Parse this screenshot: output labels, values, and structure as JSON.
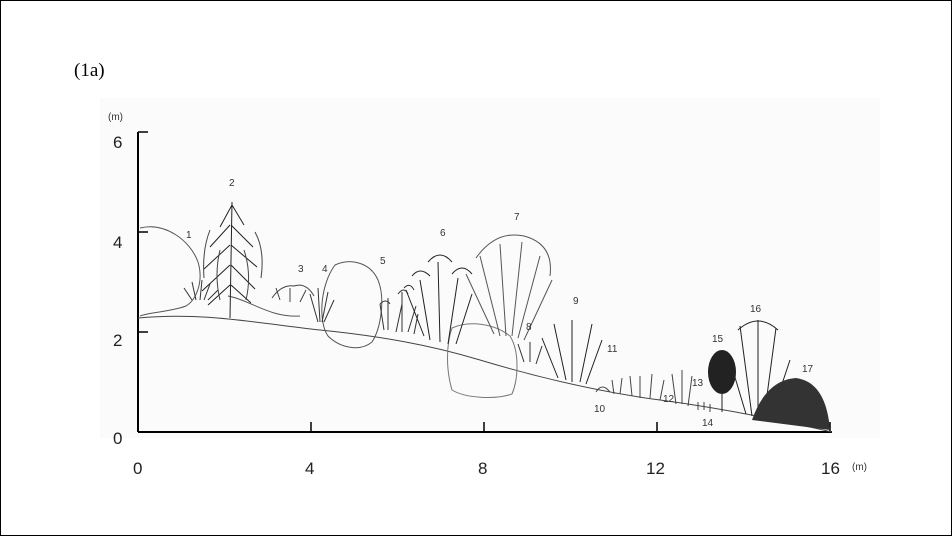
{
  "panel_label": "(1a)",
  "y_unit": "(m)",
  "x_unit": "(m)",
  "y_ticks": [
    "6",
    "4",
    "2",
    "0"
  ],
  "x_ticks": [
    "0",
    "4",
    "8",
    "12",
    "16"
  ],
  "plant_labels": [
    "1",
    "2",
    "3",
    "4",
    "5",
    "6",
    "7",
    "8",
    "9",
    "10",
    "11",
    "12",
    "13",
    "14",
    "15",
    "16",
    "17"
  ]
}
